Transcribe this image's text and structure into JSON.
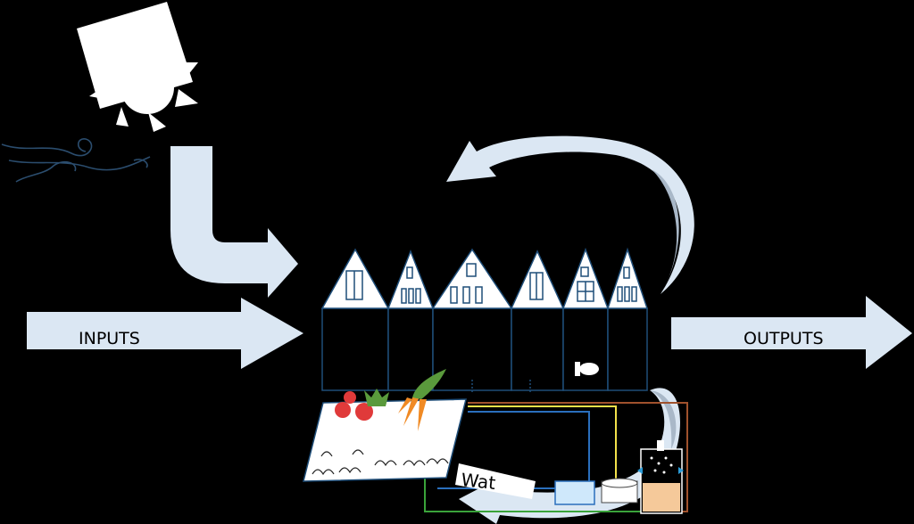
{
  "colors": {
    "background": "#000000",
    "arrow_fill": "#dbe7f3",
    "arrow_dark": "#a9b8c8",
    "house_outline": "#1f4e79",
    "gable_fill": "#ffffff",
    "carrot": "#f08a24",
    "greens": "#5a9a3c",
    "tomato": "#e03a3a",
    "pipe_blue": "#2a6fbd",
    "pipe_yellow": "#f2e14a",
    "pipe_brown": "#a0522d",
    "pipe_green": "#3aa33a",
    "tank_fill": "#f5c99a",
    "filter_fill": "#cfe8fb"
  },
  "labels": {
    "inputs": "INPUTS",
    "outputs": "OUTPUTS",
    "water": "Wat"
  },
  "icons": {
    "sun": "sun-icon",
    "wind": "wind-icon",
    "toilet": "toilet-icon",
    "vegetables": "vegetables-icon"
  }
}
